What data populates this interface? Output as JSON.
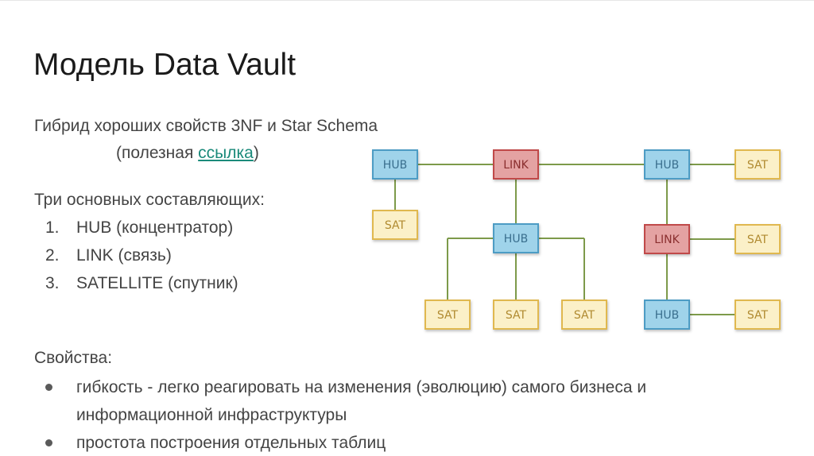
{
  "slide": {
    "title": "Модель Data Vault",
    "intro_line": "Гибрид хороших свойств 3NF и Star Schema",
    "ref_prefix": "(полезная ",
    "ref_link": "ссылка",
    "ref_suffix": ")",
    "components_heading": "Три основных составляющих:",
    "components": [
      {
        "number": "1.",
        "text": "HUB (концентратор)"
      },
      {
        "number": "2.",
        "text": "LINK (связь)"
      },
      {
        "number": "3.",
        "text": "SATELLITE (спутник)"
      }
    ],
    "properties_heading": "Свойства:",
    "properties": [
      {
        "line1": "гибкость - легко реагировать на изменения (эволюцию) самого бизнеса и",
        "line2": "информационной инфраструктуры"
      },
      {
        "line1": "простота построения отдельных таблиц"
      }
    ]
  },
  "diagram": {
    "colors": {
      "hub_fill": "#9fd3ea",
      "hub_stroke": "#4d9cc4",
      "hub_text": "#3a6f8e",
      "link_fill": "#e4a2a2",
      "link_stroke": "#c04848",
      "link_text": "#8a2f2f",
      "sat_fill": "#fbf0c8",
      "sat_stroke": "#e0b850",
      "sat_text": "#b08a30",
      "edge": "#7d9a4a"
    },
    "nodes": [
      {
        "id": "hub1",
        "type": "hub",
        "label": "HUB"
      },
      {
        "id": "link1",
        "type": "link",
        "label": "LINK"
      },
      {
        "id": "hub2",
        "type": "hub",
        "label": "HUB"
      },
      {
        "id": "sat1",
        "type": "sat",
        "label": "SAT"
      },
      {
        "id": "sat2",
        "type": "sat",
        "label": "SAT"
      },
      {
        "id": "hub3",
        "type": "hub",
        "label": "HUB"
      },
      {
        "id": "link2",
        "type": "link",
        "label": "LINK"
      },
      {
        "id": "sat3",
        "type": "sat",
        "label": "SAT"
      },
      {
        "id": "sat4",
        "type": "sat",
        "label": "SAT"
      },
      {
        "id": "sat5",
        "type": "sat",
        "label": "SAT"
      },
      {
        "id": "sat6",
        "type": "sat",
        "label": "SAT"
      },
      {
        "id": "hub4",
        "type": "hub",
        "label": "HUB"
      },
      {
        "id": "sat7",
        "type": "sat",
        "label": "SAT"
      }
    ],
    "edges": [
      [
        "hub1",
        "link1"
      ],
      [
        "link1",
        "hub2"
      ],
      [
        "hub2",
        "sat1"
      ],
      [
        "hub1",
        "sat2"
      ],
      [
        "link1",
        "hub3"
      ],
      [
        "hub3",
        "sat4"
      ],
      [
        "hub3",
        "sat5"
      ],
      [
        "hub3",
        "sat6"
      ],
      [
        "hub2",
        "link2"
      ],
      [
        "link2",
        "sat3"
      ],
      [
        "link2",
        "hub4"
      ],
      [
        "hub4",
        "sat7"
      ]
    ]
  }
}
